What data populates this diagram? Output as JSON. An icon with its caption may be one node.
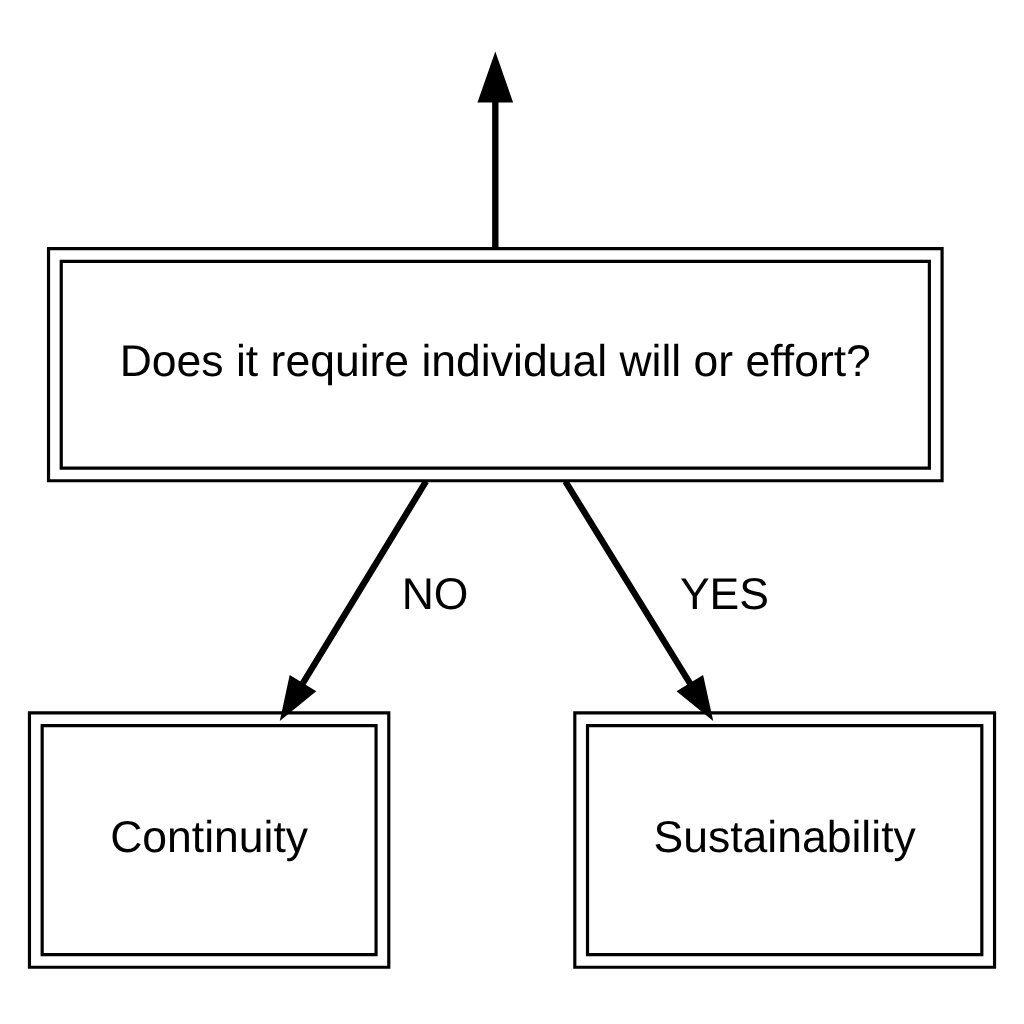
{
  "diagram": {
    "nodes": [
      {
        "text": [
          "Does it require individual will or effort?"
        ]
      },
      {
        "text": [
          "Continuity"
        ]
      },
      {
        "text": [
          "Sustainability"
        ]
      }
    ],
    "edges": [
      {
        "from": 0,
        "to": null,
        "arrow": "to"
      },
      {
        "from": 0,
        "to": 1,
        "arrow": "to",
        "label": "NO"
      },
      {
        "from": 0,
        "to": 2,
        "arrow": "to",
        "label": "YES"
      }
    ]
  }
}
